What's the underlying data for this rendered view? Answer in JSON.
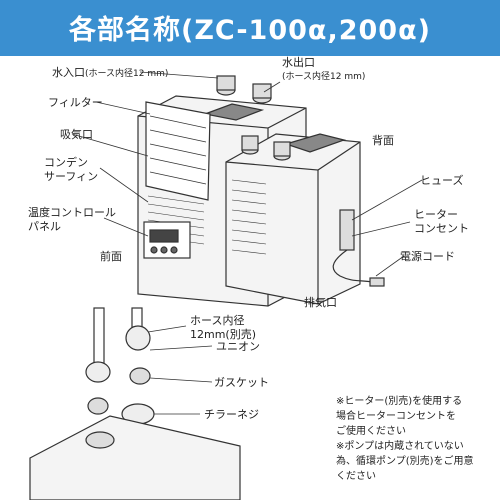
{
  "header": {
    "title": "各部名称(ZC-100α,200α)"
  },
  "labels": {
    "water_in": "水入口",
    "water_in_note": "(ホース内径12 mm)",
    "water_out": "水出口",
    "water_out_note": "(ホース内径12 mm)",
    "filter": "フィルター",
    "intake": "吸気口",
    "condenser_fin_1": "コンデン",
    "condenser_fin_2": "サーフィン",
    "temp_panel_1": "温度コントロール",
    "temp_panel_2": "パネル",
    "front": "前面",
    "back": "背面",
    "fuse": "ヒューズ",
    "heater_outlet_1": "ヒーター",
    "heater_outlet_2": "コンセント",
    "power_cord": "電源コード",
    "exhaust": "排気口",
    "hose_1": "ホース内径",
    "hose_2": "12mm(別売)",
    "union": "ユニオン",
    "gasket": "ガスケット",
    "chiller_screw": "チラーネジ"
  },
  "notes": [
    "※ヒーター(別売)を使用する",
    "場合ヒーターコンセントを",
    "ご使用ください",
    "※ポンプは内蔵されていない",
    "為、循環ポンプ(別売)をご用意",
    "ください"
  ],
  "colors": {
    "title_bar": "#3a8fd0",
    "line": "#333333",
    "unit_fill": "#f4f4f4"
  }
}
